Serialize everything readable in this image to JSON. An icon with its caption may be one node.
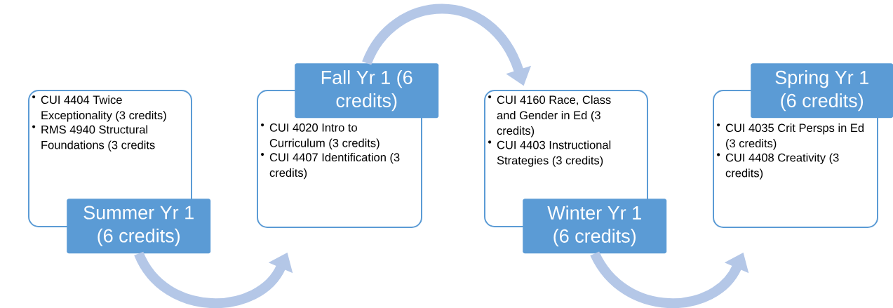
{
  "diagram": {
    "nodes": [
      {
        "text": [
          "CUI 4404 Twice Exceptionality (3 credits)",
          "RMS 4940 Structural Foundations (3 credits"
        ]
      },
      {
        "text": [
          "Summer Yr 1 (6 credits)"
        ]
      },
      {
        "text": [
          "CUI 4020 Intro to Curriculum (3 credits)",
          "CUI 4407 Identification (3 credits)"
        ]
      },
      {
        "text": [
          "Fall Yr 1 (6 credits)"
        ]
      },
      {
        "text": [
          "CUI 4160 Race, Class and Gender in Ed (3 credits)",
          "CUI 4403 Instructional Strategies  (3 credits)"
        ]
      },
      {
        "text": [
          "Winter Yr 1 (6 credits)"
        ]
      },
      {
        "text": [
          "CUI 4035 Crit Persps in Ed (3 credits)",
          "CUI 4408 Creativity (3 credits)"
        ]
      },
      {
        "text": [
          "Spring Yr 1 (6 credits)"
        ]
      }
    ],
    "edges": [
      {
        "from": 1,
        "to": 2,
        "arrow": "to"
      },
      {
        "from": 3,
        "to": 4,
        "arrow": "to"
      },
      {
        "from": 5,
        "to": 6,
        "arrow": "to"
      }
    ]
  }
}
